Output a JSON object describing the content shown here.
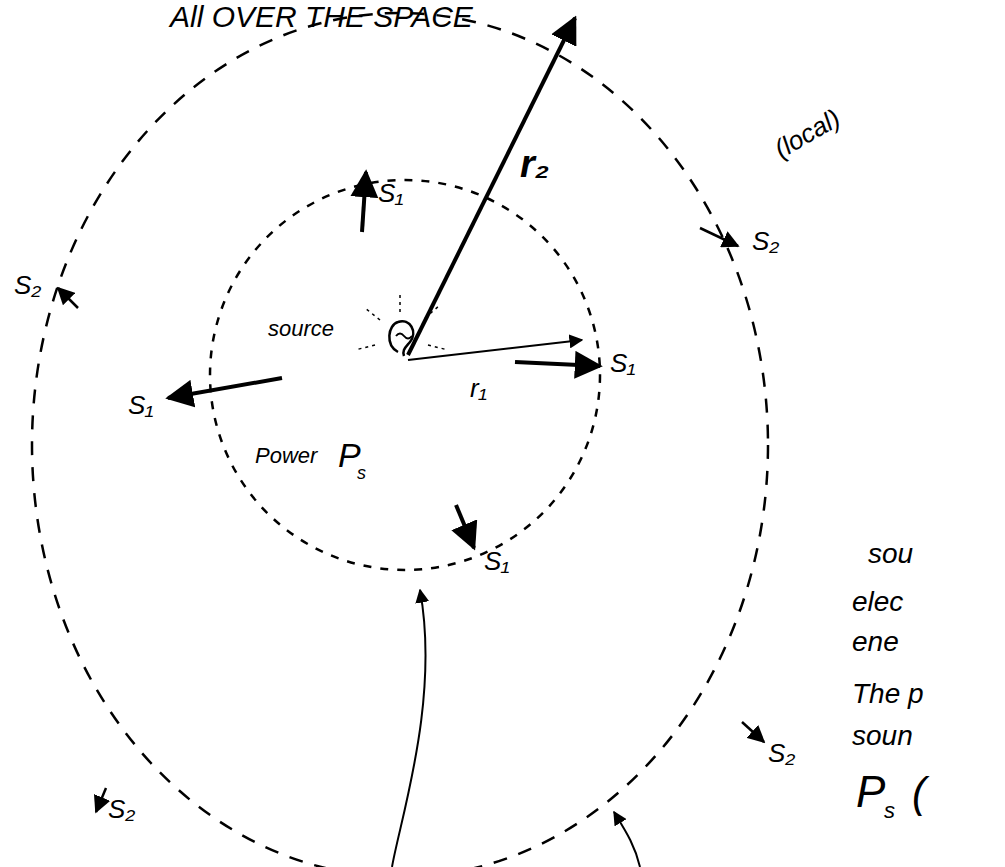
{
  "diagram": {
    "labels": [
      "All OVER THE SPACE",
      "(local)",
      "source",
      "Power",
      "P",
      "s",
      "r₁",
      "r₂",
      "S₁",
      "S₁",
      "S₁",
      "S₁",
      "S₂",
      "S₂",
      "S₂",
      "S₂",
      "sou",
      "elec",
      "ene",
      "The p",
      "soun",
      "P",
      "s",
      "("
    ]
  }
}
